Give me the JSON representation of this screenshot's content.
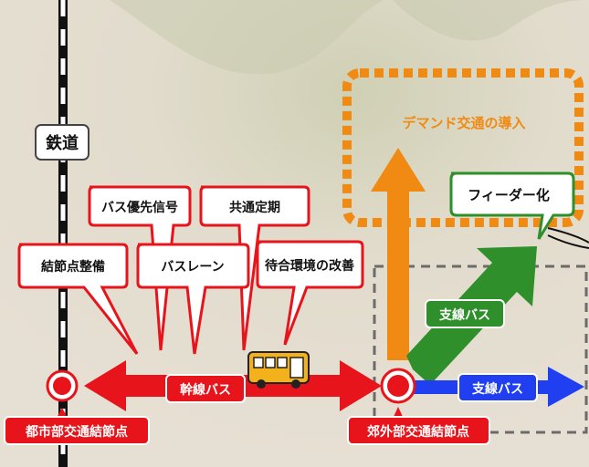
{
  "colors": {
    "background": "#ddd7c8",
    "red": "#e8141b",
    "orange": "#f08a12",
    "green": "#2f8f2a",
    "blue": "#1f3ff0",
    "bus_yellow": "#f3b21b",
    "dashed_gray": "#6b6b6b"
  },
  "labels": {
    "railway": "鉄道",
    "bus_priority_signal": "バス優先信号",
    "common_commuter_pass": "共通定期",
    "node_maintenance": "結節点整備",
    "bus_lane": "バスレーン",
    "waiting_environment": "待合環境の改善",
    "trunk_bus": "幹線バス",
    "branch_bus_green": "支線バス",
    "branch_bus_blue": "支線バス",
    "demand_transport": "デマンド交通の導入",
    "feeder": "フィーダー化",
    "urban_node": "都市部交通結節点",
    "suburban_node": "郊外部交通結節点"
  },
  "icons": {
    "bus": "bus-icon",
    "node": "node-circle-icon"
  }
}
